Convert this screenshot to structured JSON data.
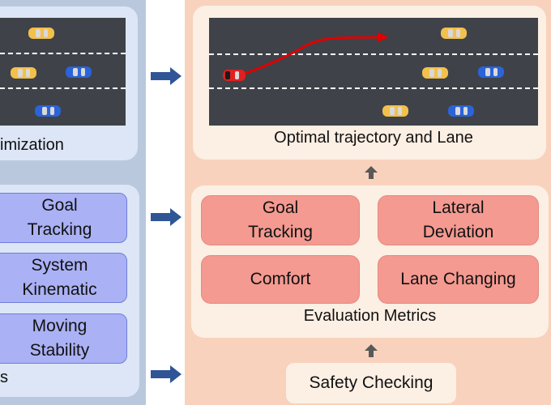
{
  "left_panel": {
    "top_caption_fragment": "imization",
    "bottom_caption_fragment": "s",
    "tiles": [
      {
        "line1": "Goal",
        "line2": "Tracking"
      },
      {
        "line1": "System",
        "line2": "Kinematic"
      },
      {
        "line1": "Moving",
        "line2": "Stability"
      }
    ]
  },
  "right_panel": {
    "trajectory_caption": "Optimal trajectory and Lane",
    "metrics": [
      {
        "line1": "Goal",
        "line2": "Tracking"
      },
      {
        "line1": "Lateral",
        "line2": "Deviation"
      },
      {
        "line1": "Comfort",
        "line2": ""
      },
      {
        "line1": "Lane Changing",
        "line2": ""
      }
    ],
    "metrics_caption": "Evaluation Metrics",
    "safety_label": "Safety Checking"
  },
  "colors": {
    "arrow_blue": "#2f5597",
    "up_arrow": "#595959",
    "trajectory": "#e00000",
    "car_yellow": "#f2c04c",
    "car_blue": "#2b63d9",
    "car_red": "#e02020"
  },
  "icons": {
    "flow_arrow": "right-arrow-icon",
    "up_arrow": "up-arrow-icon",
    "car": "car-icon"
  }
}
